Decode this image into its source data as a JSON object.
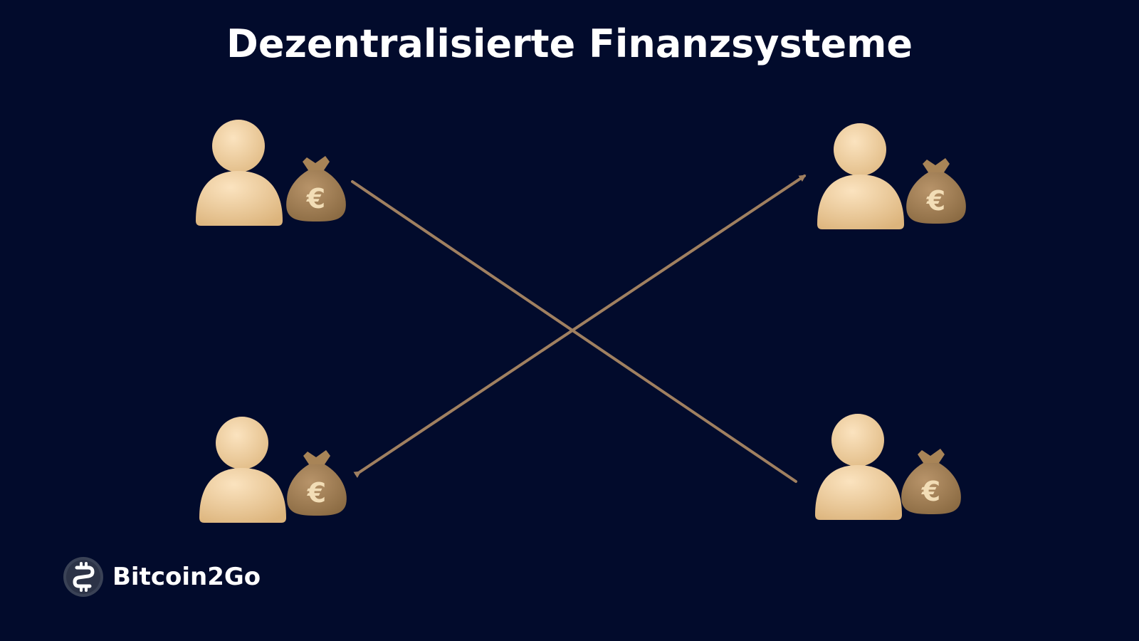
{
  "title": "Dezentralisierte Finanzsysteme",
  "currency_symbol": "€",
  "brand": {
    "name": "Bitcoin2Go"
  },
  "nodes": [
    {
      "name": "participant-top-left",
      "icon": "person-icon",
      "bag_icon": "money-bag-icon"
    },
    {
      "name": "participant-top-right",
      "icon": "person-icon",
      "bag_icon": "money-bag-icon"
    },
    {
      "name": "participant-bottom-left",
      "icon": "person-icon",
      "bag_icon": "money-bag-icon"
    },
    {
      "name": "participant-bottom-right",
      "icon": "person-icon",
      "bag_icon": "money-bag-icon"
    }
  ],
  "edges": [
    {
      "from": "participant-bottom-left",
      "to": "participant-top-right",
      "arrowhead": "both"
    },
    {
      "from": "participant-top-left",
      "to": "participant-bottom-right",
      "arrowhead": "none"
    }
  ],
  "colors": {
    "background": "#020b2c",
    "title": "#ffffff",
    "person": "#f0cfa0",
    "person_shade": "#d9b27c",
    "bag": "#a88457",
    "bag_shade": "#8a6a42",
    "bag_symbol": "#f2ddb6",
    "arrow": "#a08060",
    "logo_circle": "#3a4256"
  }
}
